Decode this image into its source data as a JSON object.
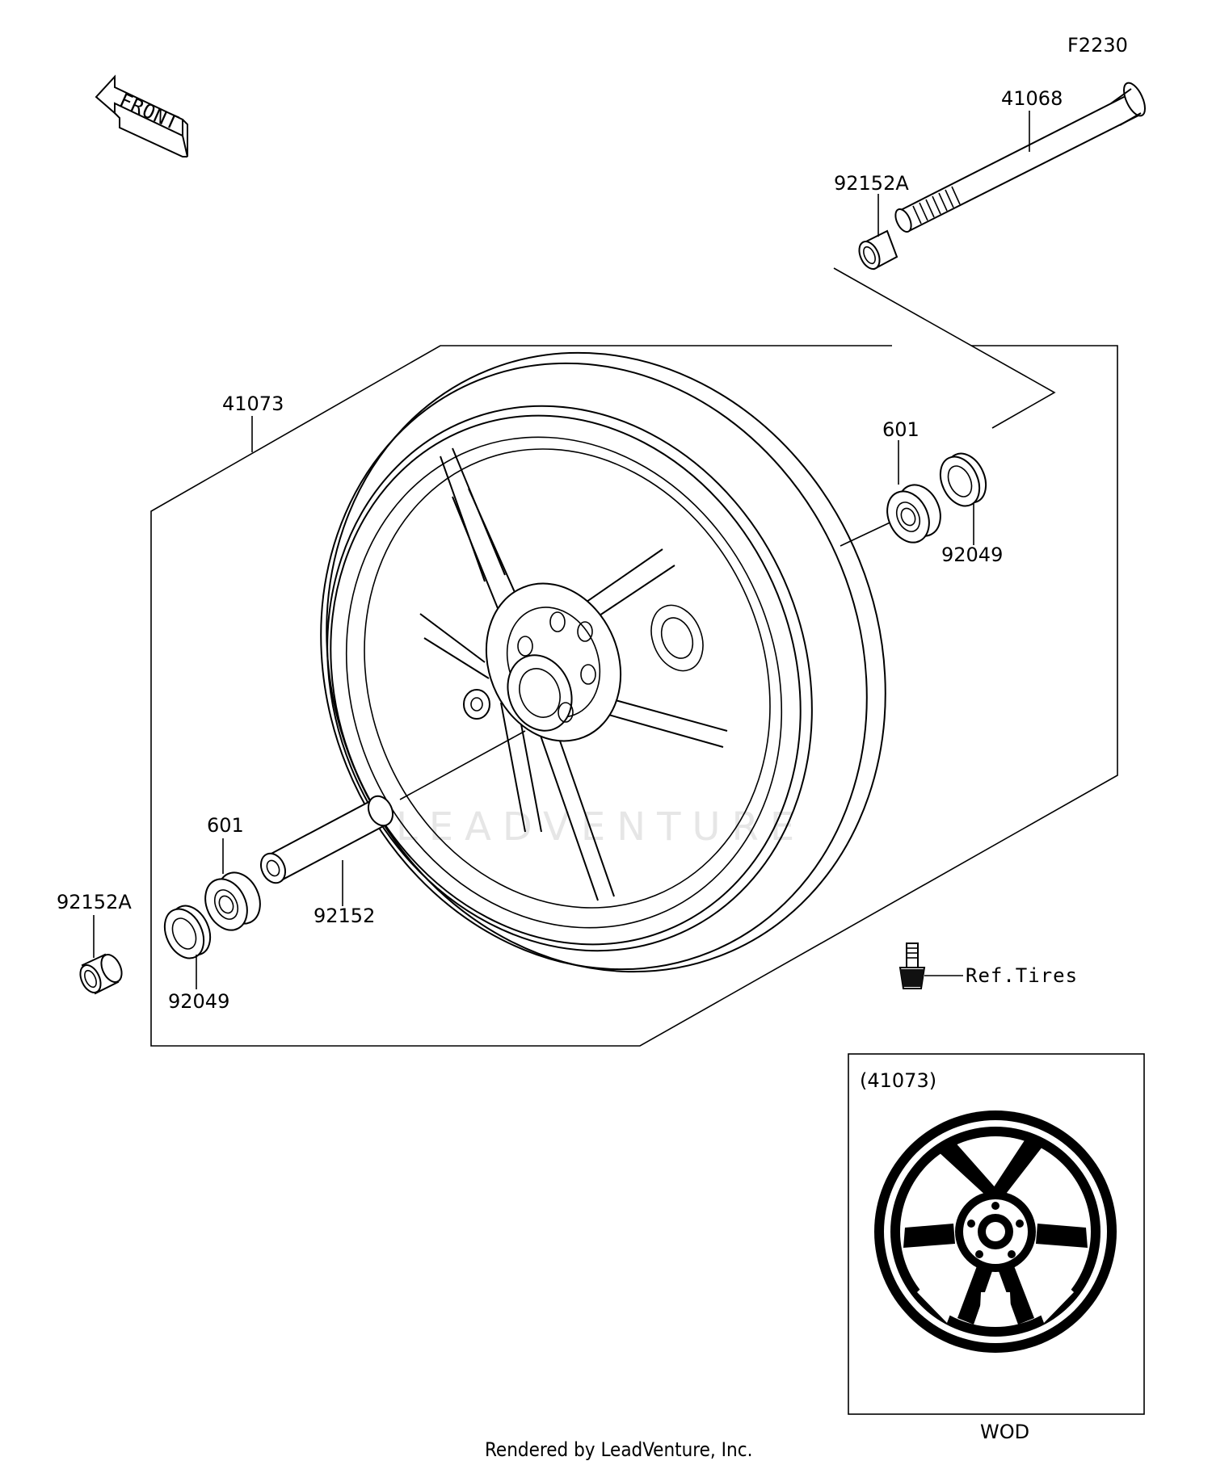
{
  "figure_code": "F2230",
  "direction_label": "FRONT",
  "parts": {
    "axle": "41068",
    "collar_top": "92152A",
    "wheel": "41073",
    "bearing_right": "601",
    "seal_right": "92049",
    "bearing_left": "601",
    "collar_left": "92152A",
    "seal_left": "92049",
    "spacer": "92152",
    "valve_ref": "Ref.Tires"
  },
  "inset": {
    "title": "(41073)",
    "caption": "WOD"
  },
  "watermark": "LEADVENTURE",
  "footer": "Rendered by LeadVenture, Inc."
}
